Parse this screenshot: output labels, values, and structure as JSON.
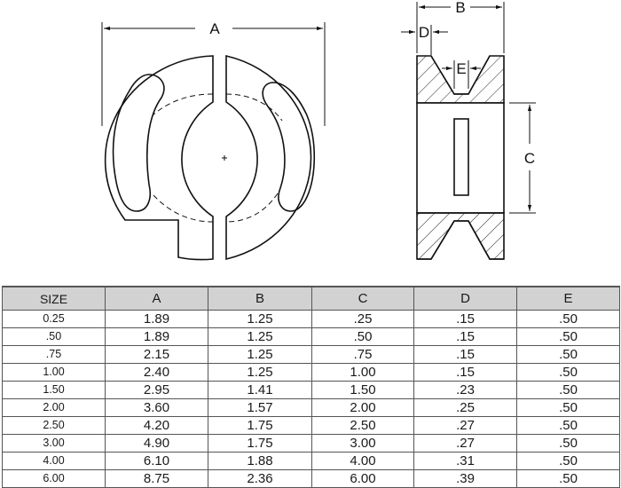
{
  "drawing": {
    "front_view": {
      "dimension_labels": {
        "width": "A"
      }
    },
    "side_view": {
      "dimension_labels": {
        "width": "B",
        "offset": "D",
        "groove": "E",
        "height": "C"
      }
    }
  },
  "table": {
    "headers": [
      "SIZE",
      "A",
      "B",
      "C",
      "D",
      "E"
    ],
    "rows": [
      [
        "0.25",
        "1.89",
        "1.25",
        ".25",
        ".15",
        ".50"
      ],
      [
        ".50",
        "1.89",
        "1.25",
        ".50",
        ".15",
        ".50"
      ],
      [
        ".75",
        "2.15",
        "1.25",
        ".75",
        ".15",
        ".50"
      ],
      [
        "1.00",
        "2.40",
        "1.25",
        "1.00",
        ".15",
        ".50"
      ],
      [
        "1.50",
        "2.95",
        "1.41",
        "1.50",
        ".23",
        ".50"
      ],
      [
        "2.00",
        "3.60",
        "1.57",
        "2.00",
        ".25",
        ".50"
      ],
      [
        "2.50",
        "4.20",
        "1.75",
        "2.50",
        ".27",
        ".50"
      ],
      [
        "3.00",
        "4.90",
        "1.75",
        "3.00",
        ".27",
        ".50"
      ],
      [
        "4.00",
        "6.10",
        "1.88",
        "4.00",
        ".31",
        ".50"
      ],
      [
        "6.00",
        "8.75",
        "2.36",
        "6.00",
        ".39",
        ".50"
      ]
    ]
  }
}
